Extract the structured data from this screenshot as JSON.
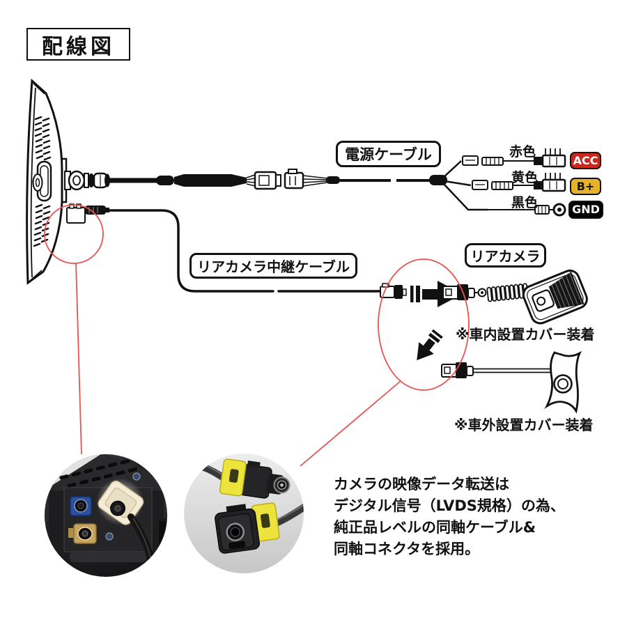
{
  "title": "配線図",
  "labels": {
    "power_cable": "電源ケーブル",
    "relay_cable": "リアカメラ中継ケーブル",
    "rear_camera": "リアカメラ"
  },
  "power_wires": [
    {
      "color_label": "赤色",
      "badge": "ACC",
      "badge_bg": "#c9281e",
      "badge_fg": "#ffffff"
    },
    {
      "color_label": "黄色",
      "badge": "B+",
      "badge_bg": "#e4b32b",
      "badge_fg": "#111111"
    },
    {
      "color_label": "黒色",
      "badge": "GND",
      "badge_bg": "#000000",
      "badge_fg": "#ffffff"
    }
  ],
  "camera_options": [
    {
      "note": "※車内設置カバー装着"
    },
    {
      "note": "※車外設置カバー装着"
    }
  ],
  "description_lines": [
    "カメラの映像データ転送は",
    "デジタル信号（LVDS規格）の為、",
    "純正品レベルの同軸ケーブル&",
    "同軸コネクタを採用。"
  ],
  "colors": {
    "annotation_red": "#e8534f",
    "line_black": "#111111",
    "connector_yellow": "#ece33c"
  }
}
